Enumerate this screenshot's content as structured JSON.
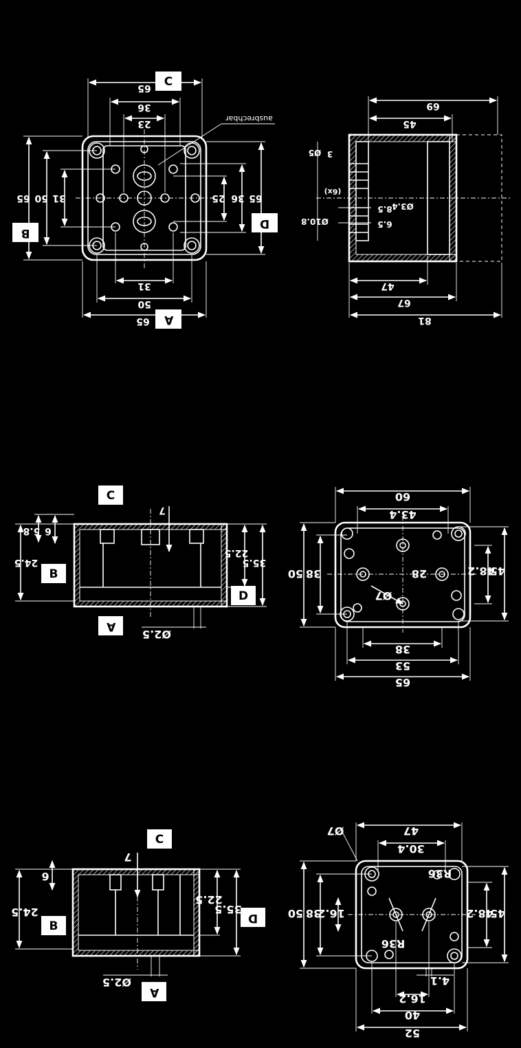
{
  "labels": {
    "a": "A",
    "b": "B",
    "c": "C",
    "d": "D"
  },
  "view1": {
    "note": "ausbrechbar",
    "dims": {
      "w65": "65",
      "w50": "50",
      "w31": "31",
      "t65": "65",
      "t36": "36",
      "t23": "23",
      "h65l": "65",
      "h50l": "50",
      "h31l": "31",
      "r25": "25",
      "r36": "36",
      "r65": "65"
    }
  },
  "view2": {
    "dims": {
      "d81": "81",
      "d67": "67",
      "d47": "47",
      "d69": "69",
      "d45": "45",
      "d3": "3",
      "dia5": "Ø5",
      "x6": "(6x)",
      "dia34": "Ø3.4",
      "d85": "8.5",
      "d65": "6.5",
      "dia108": "Ø10.8"
    }
  },
  "view3": {
    "dims": {
      "d245": "24.5",
      "d6": "6",
      "d58": "5.8",
      "d7": "7",
      "d225": "22.5",
      "d355": "35.5",
      "dia25": "Ø2.5"
    }
  },
  "view4": {
    "dims": {
      "d60": "60",
      "d434": "43.4",
      "d38a": "38",
      "d50": "50",
      "d28": "28",
      "d482": "48.2",
      "d45": "45",
      "dia7": "Ø7",
      "d38b": "38",
      "d53": "53",
      "d65": "65"
    }
  },
  "view5": {
    "dims": {
      "d245": "24.5",
      "d6": "6",
      "d7": "7",
      "d225": "22.5",
      "d355": "35.5",
      "dia25": "Ø2.5"
    }
  },
  "view6": {
    "dims": {
      "dia7": "Ø7",
      "d47": "47",
      "d304": "30.4",
      "d50": "50",
      "d38": "38",
      "d162a": "16.2",
      "r36a": "R36",
      "d482": "48.2",
      "d45": "45",
      "r36b": "R36",
      "d162b": "16.2",
      "d41": "4.1",
      "d40": "40",
      "d52": "52"
    }
  }
}
